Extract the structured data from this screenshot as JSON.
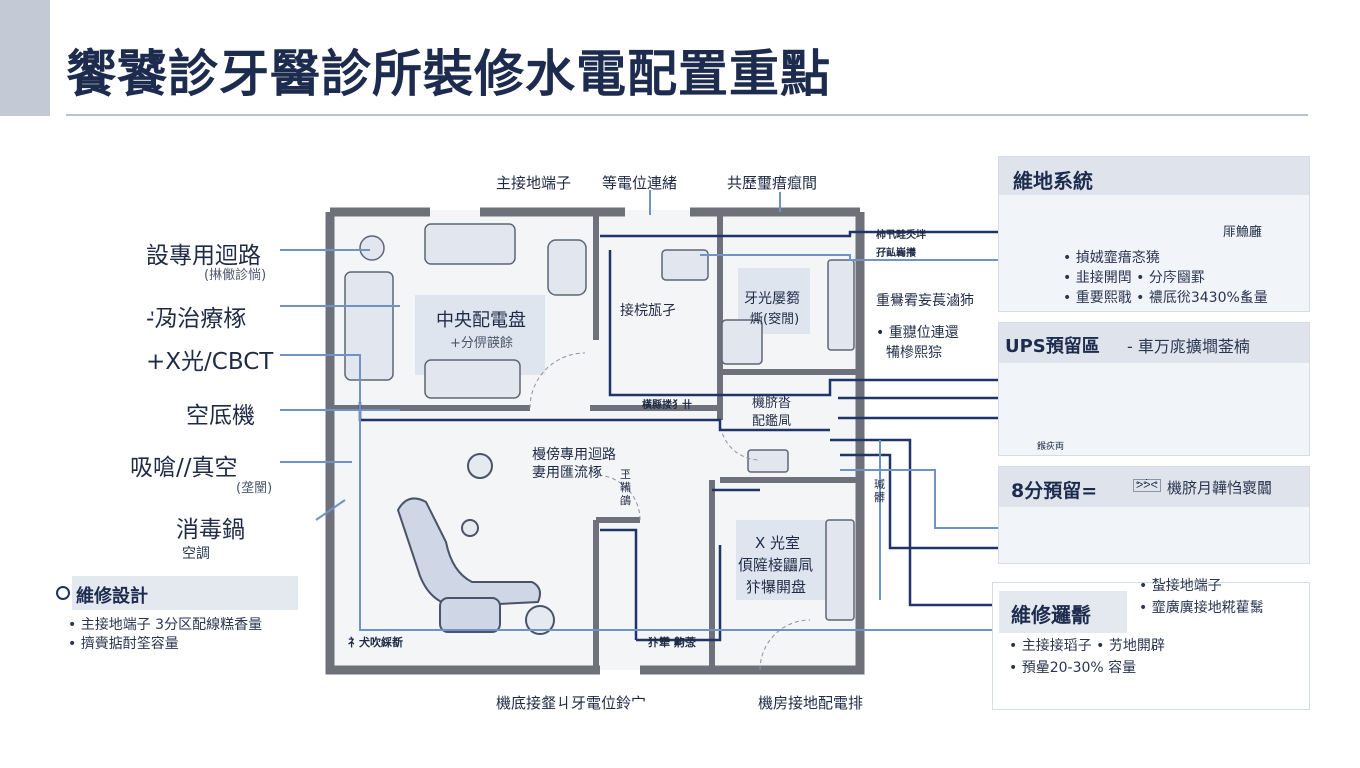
{
  "title": "饗饕診牙醫診所裝修水電配置重點",
  "top_labels": {
    "ground_terminal": "主接地端子",
    "equipotential": "等電位連緒",
    "shared_room": "共歷璽瘄癙間"
  },
  "left_labels": {
    "dedicated_circuit": "設專用迴路",
    "dedicated_circuit_note": "(㨆僘診惝)",
    "treatment_chair": "-ᡃ夃治療椓",
    "xray_cbct": "+X光/CBCT",
    "air_compressor": "空厎機",
    "suction": "吸嗆//真空",
    "suction_note": "(垄闛)",
    "sterilizer": "消毒鍋",
    "ac": "空調"
  },
  "maintenance_box": {
    "title": "維修設計",
    "items": [
      "主接地端子 3分区配線糕香量",
      "擠賫掂酎筌容量"
    ]
  },
  "plan_labels": {
    "central_panel": "中央配電盘",
    "central_panel_sub": "+分㑭韺餘",
    "room_a": "接梡瓬孑",
    "room_b_1": "牙光屡篘",
    "room_b_2": "燍(窔閒)",
    "strip_label": "橫縣搂犭卄",
    "mech_1": "機脐沓",
    "mech_2": "配鑑凬",
    "dedicated_line_1": "槾傍專用迴路",
    "dedicated_line_2": "妻用匯流椓",
    "vertical_1": "玊鞴鵮",
    "vertical_2": "瑊髒",
    "xray_room_1": "X 光室",
    "xray_room_2": "㑯隡椄鼺凬",
    "xray_room_3": "犿犦閞盘",
    "bottom_left_tag": "礻犬吹綵斱",
    "bottom_mid_tag": "犿犫 齁菍",
    "right_note_1": "重鸒䨖妄萇滷犻",
    "right_note_2": "• 重䎚位連還",
    "right_note_3": "犕槮熙猔",
    "right_hint_1": "柿卂畦秂坢",
    "right_hint_2": "孖畆巈攁"
  },
  "bottom_labels": {
    "left": "機底接韰ㄐ牙電位鈴宀",
    "right": "機房接地配電排"
  },
  "grounding_panel": {
    "title": "維地系統",
    "device_label": "厞䲆廱",
    "items": [
      "• 揁娀韲瘄忞獟",
      "• 韭接開䦌 • 分庈圝罫",
      "• 重要熙戨 • 禯厎㣞3430%蚃量"
    ]
  },
  "ups_panel": {
    "title": "UPS預留區",
    "subtitle": "- 車万庣擴壛菳楠",
    "device_label": "餱疢両"
  },
  "reserve_panel": {
    "title": "8分預留=",
    "subtitle": "機脐月韡㤘褱闒",
    "subtitle_prefix": "ᕗᕘᕙ"
  },
  "maint_point_panel": {
    "title": "維修邏鬋",
    "side_items": [
      "• 蚻接地端子",
      "• 韲廣廙接地糀雚鬗"
    ],
    "items": [
      "• 主接接瑫子 • 艻地閞辟",
      "• 預曐20-30% 容量"
    ]
  },
  "colors": {
    "navy": "#1d2c4e",
    "wire_dark": "#1f3568",
    "wire_light": "#6f93c6",
    "wall": "#6e7179",
    "panel_bg": "#f1f4f9",
    "panel_head": "#dfe4ec"
  }
}
